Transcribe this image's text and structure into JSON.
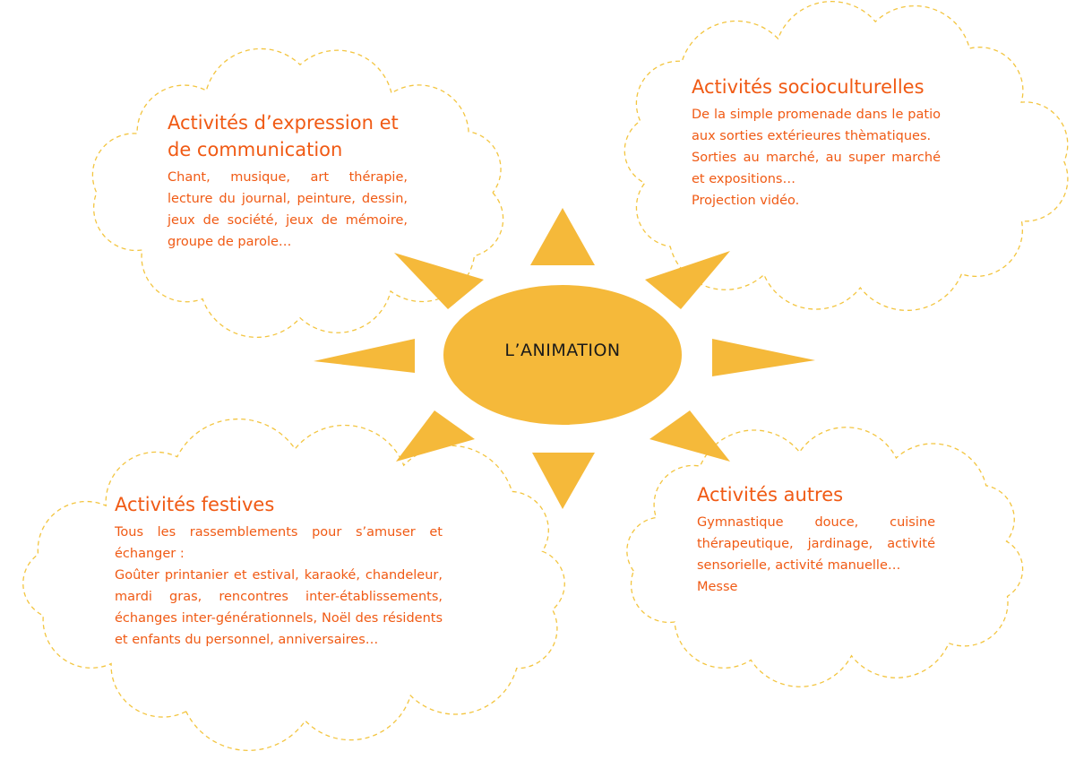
{
  "center": {
    "label": "L’ANIMATION"
  },
  "colors": {
    "sun": "#f5b93a",
    "text": "#f05a14",
    "cloud_outline": "#f3c540"
  },
  "blocks": [
    {
      "title": "Activités d’expression et de communication",
      "lines": [
        "Chant, musique, art thérapie, lecture du journal, peinture, dessin, jeux de société, jeux de mémoire, groupe de parole…"
      ]
    },
    {
      "title": "Activités socioculturelles",
      "lines": [
        "De la simple promenade dans le patio aux sorties extérieures thèmatiques.",
        "Sorties au marché, au super marché et expositions…",
        "Projection vidéo."
      ]
    },
    {
      "title": "Activités festives",
      "lines": [
        "Tous les rassemblements pour s’amuser et échanger :",
        "Goûter printanier et estival, karaoké, chandeleur, mardi gras, rencontres inter-établissements, échanges inter-générationnels, Noël des résidents et enfants du personnel, anniversaires…"
      ]
    },
    {
      "title": "Activités autres",
      "lines": [
        "Gymnastique douce, cuisine thérapeutique, jardinage, activité sensorielle, activité manuelle…",
        "Messe"
      ]
    }
  ]
}
